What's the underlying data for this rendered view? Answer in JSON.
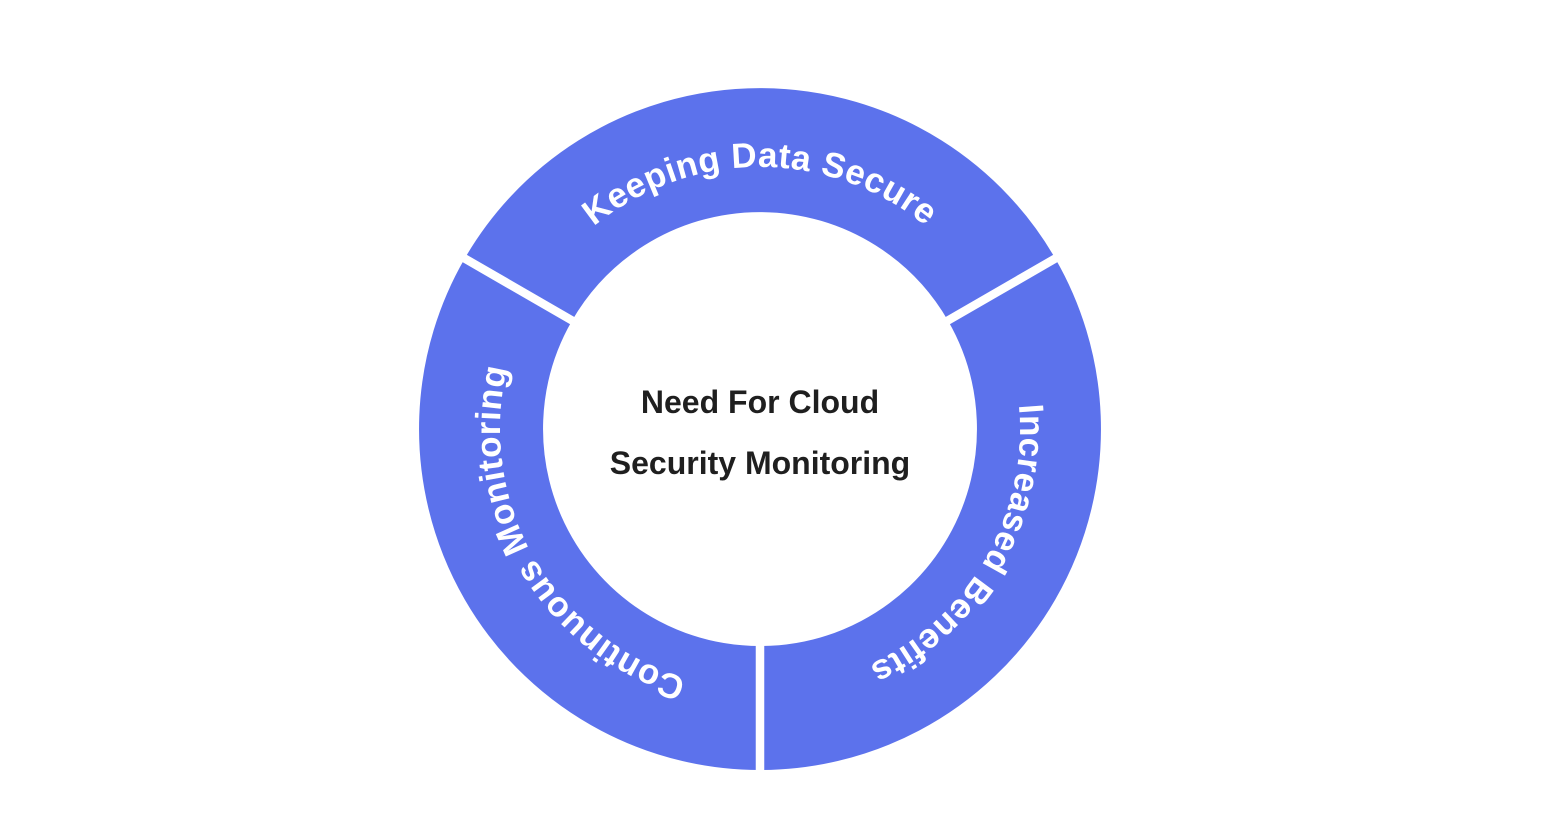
{
  "chart_data": {
    "type": "pie",
    "variant": "donut",
    "title": "Need For Cloud Security Monitoring",
    "title_lines": [
      "Need For Cloud",
      "Security Monitoring"
    ],
    "legend": "none",
    "segments": [
      {
        "label": "Keeping Data Secure",
        "value": 33.33,
        "start_angle_deg": -60,
        "end_angle_deg": 60,
        "position": "top"
      },
      {
        "label": "Increased Benefits",
        "value": 33.33,
        "start_angle_deg": 60,
        "end_angle_deg": 180,
        "position": "right"
      },
      {
        "label": "Continuous Monitoring",
        "value": 33.33,
        "start_angle_deg": 180,
        "end_angle_deg": 300,
        "position": "left"
      }
    ],
    "colors": {
      "segment_fill": "#5C72EC",
      "segment_label_text": "#FFFFFF",
      "center_text": "#1F1F1F",
      "divider": "#FFFFFF",
      "background": "#FFFFFF"
    }
  }
}
